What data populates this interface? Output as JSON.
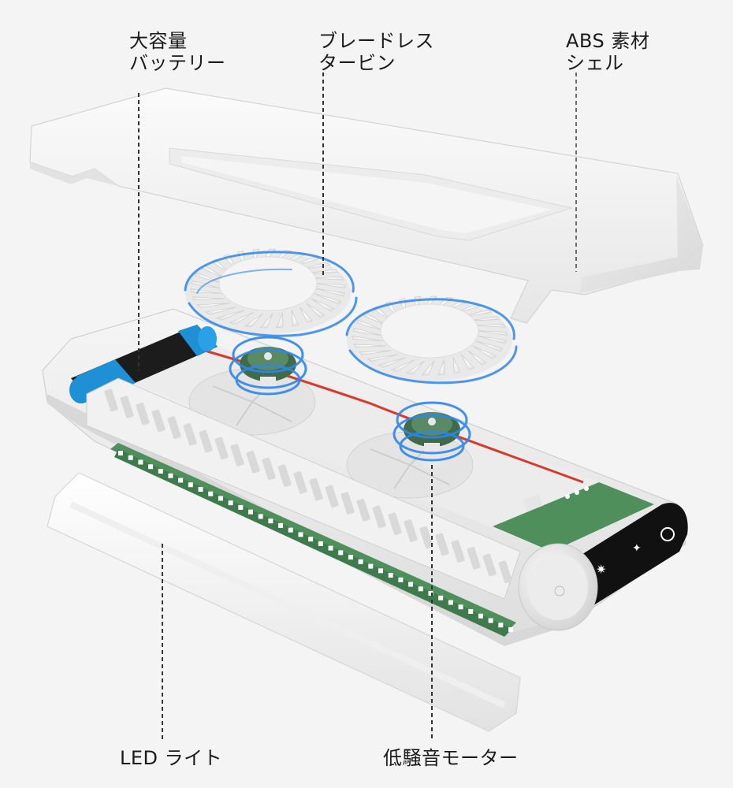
{
  "labels": {
    "battery": {
      "line1": "大容量",
      "line2": "バッテリー"
    },
    "turbine": {
      "line1": "ブレードレス",
      "line2": "タービン"
    },
    "shell": {
      "line1": "ABS 素材",
      "line2": "シェル"
    },
    "led": {
      "line1": "LED ライト"
    },
    "motor": {
      "line1": "低騒音モーター"
    }
  },
  "colors": {
    "background": "#f4f4f4",
    "shell": "#f7f7f7",
    "battery_blue": "#1f8fd6",
    "battery_black": "#1c1c1c",
    "pcb_green": "#4e8f5c",
    "motor_green": "#3f6b4a",
    "spin_blue": "#2f86e8",
    "wire_red": "#d83a2a",
    "panel_black": "#111111"
  }
}
